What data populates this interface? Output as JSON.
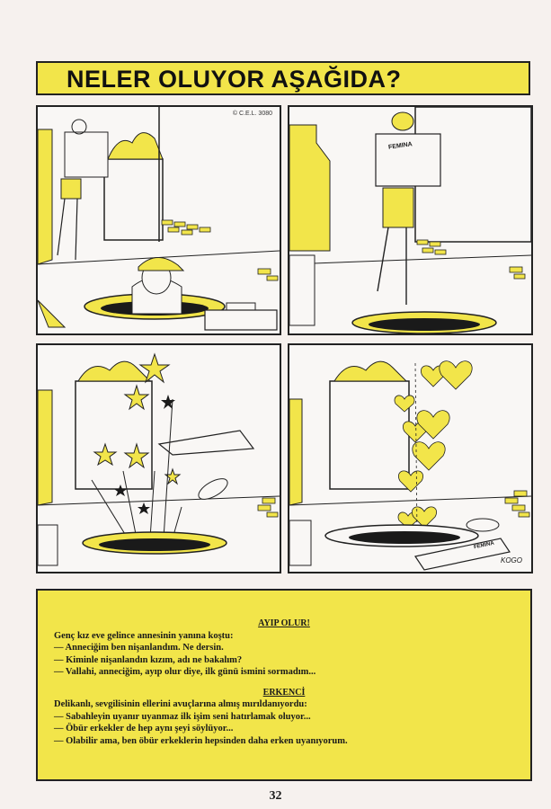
{
  "title": "NELER OLUYOR AŞAĞIDA?",
  "comic": {
    "copyright": "© C.E.L. 3080",
    "newspaper_label": "FEMINA",
    "signature": "KOGO"
  },
  "text_box": {
    "story1": {
      "heading": "AYIP OLUR!",
      "lines": [
        "Genç kız eve gelince annesinin yanına koştu:",
        "— Anneciğim ben nişanlandım. Ne dersin.",
        "— Kiminle nişanlandın kızım, adı ne bakalım?",
        "— Vallahi, anneciğim, ayıp olur diye, ilk günü ismini sormadım..."
      ]
    },
    "story2": {
      "heading": "ERKENCİ",
      "lines": [
        "Delikanlı, sevgilisinin ellerini avuçlarına almış mırıldanıyordu:",
        "— Sabahleyin uyanır uyanmaz ilk işim seni hatırlamak oluyor...",
        "— Öbür erkekler de hep aynı şeyi söylüyor...",
        "— Olabilir ama, ben öbür erkeklerin hepsinden daha erken uyanıyorum."
      ]
    }
  },
  "page_number": "32",
  "colors": {
    "accent_yellow": "#f2e54a",
    "ink": "#1a1a1a",
    "paper": "#f6f1ee"
  }
}
